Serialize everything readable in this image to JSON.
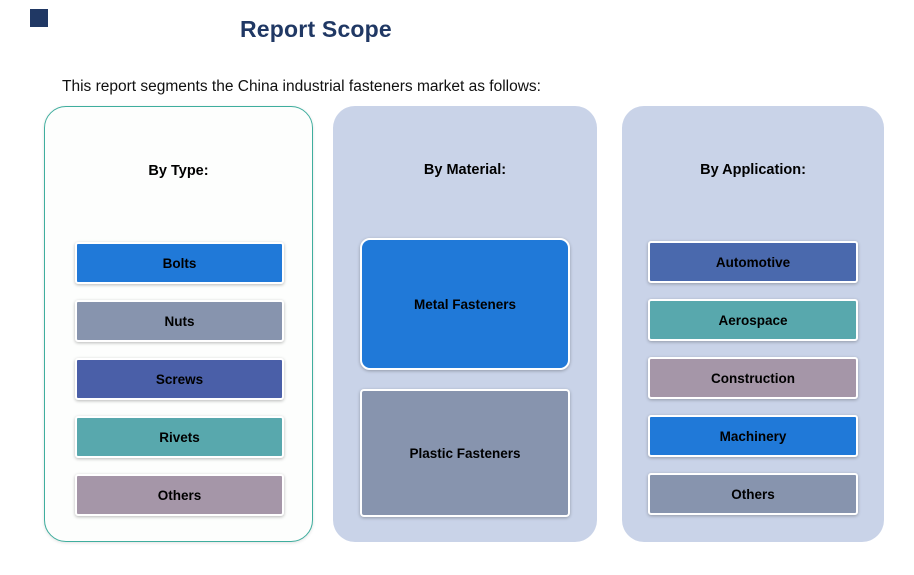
{
  "header": {
    "title": "Report Scope",
    "subtitle": "This report segments the China industrial fasteners market as follows:"
  },
  "colors": {
    "title_text": "#203864",
    "accent_square": "#203864",
    "blue_panel_bg": "#c9d3e8",
    "type_panel_border": "#3fae9e",
    "item_blue": "#2079d8",
    "item_gray_blue": "#8794ae",
    "item_indigo": "#4a5fa8",
    "item_teal": "#58a8ad",
    "item_mauve": "#a596a8"
  },
  "panels": [
    {
      "header": "By Type:",
      "items": [
        {
          "label": "Bolts",
          "color": "#2079d8"
        },
        {
          "label": "Nuts",
          "color": "#8794ae"
        },
        {
          "label": "Screws",
          "color": "#4a5fa8"
        },
        {
          "label": "Rivets",
          "color": "#58a8ad"
        },
        {
          "label": "Others",
          "color": "#a596a8"
        }
      ]
    },
    {
      "header": "By Material:",
      "items": [
        {
          "label": "Metal Fasteners",
          "color": "#2079d8"
        },
        {
          "label": "Plastic Fasteners",
          "color": "#8794ae"
        }
      ]
    },
    {
      "header": "By Application:",
      "items": [
        {
          "label": "Automotive",
          "color": "#4a69ad"
        },
        {
          "label": "Aerospace",
          "color": "#58a8ad"
        },
        {
          "label": "Construction",
          "color": "#a596a8"
        },
        {
          "label": "Machinery",
          "color": "#2079d8"
        },
        {
          "label": "Others",
          "color": "#8794ae"
        }
      ]
    }
  ]
}
